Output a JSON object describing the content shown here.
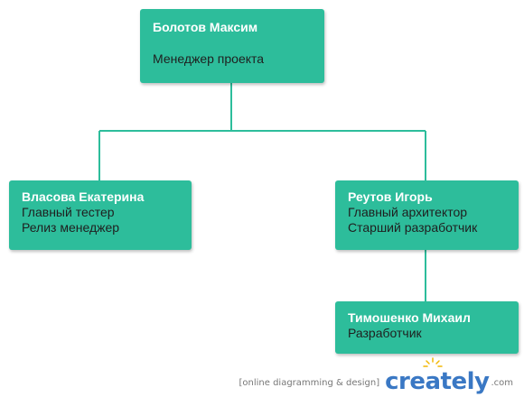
{
  "colors": {
    "node_bg": "#2dbd9b",
    "connector": "#2dbd9b",
    "brand": "#3a78c4"
  },
  "nodes": {
    "root": {
      "name": "Болотов Максим",
      "lines": [
        "Менеджер проекта"
      ]
    },
    "left": {
      "name": "Власова Екатерина",
      "lines": [
        "Главный тестер",
        "Релиз менеджер"
      ]
    },
    "right": {
      "name": "Реутов Игорь",
      "lines": [
        "Главный архитектор",
        "Старший разработчик"
      ]
    },
    "bottom": {
      "name": "Тимошенко Михаил",
      "lines": [
        "Разработчик"
      ]
    }
  },
  "footer": {
    "tagline": "[online diagramming & design]",
    "brand": "creately",
    "brand_suffix": ".com",
    "icon": "lightbulb-icon"
  }
}
